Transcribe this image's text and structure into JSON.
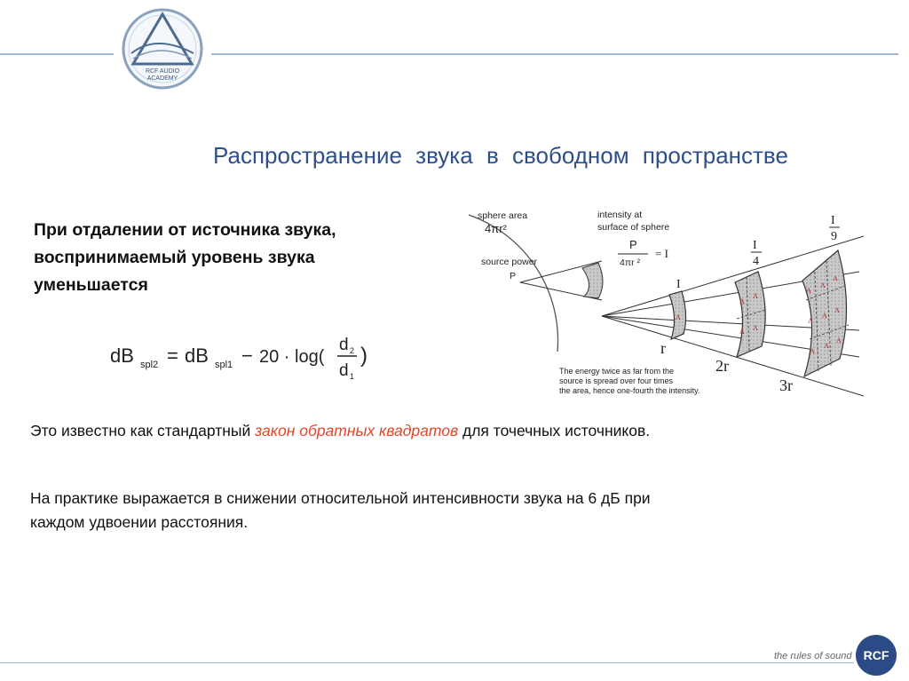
{
  "header": {
    "logo_text_line1": "RCF AUDIO",
    "logo_text_line2": "ACADEMY"
  },
  "slide": {
    "title": "Распространение  звука  в  свободном  пространстве",
    "lead": "При отдалении от источника звука, воспринимаемый уровень звука уменьшается",
    "formula": {
      "lhs": "dB",
      "lhs_sub": "spl2",
      "eq": "=",
      "rhs1": "dB",
      "rhs1_sub": "spl1",
      "minus": "−",
      "coef": "20 · log(",
      "num": "d",
      "num_sub": "2",
      "den": "d",
      "den_sub": "1",
      "close": ")"
    },
    "paragraph1": {
      "before": "Это известно как стандартный ",
      "highlight": "закон обратных квадратов",
      "after": " для точечных источников."
    },
    "paragraph2": "На практике выражается в снижении относительной интенсивности звука на 6 дБ при каждом удвоении расстояния."
  },
  "diagram": {
    "sphere_area_label": "sphere area",
    "sphere_area_formula": "4πr²",
    "source_power_label": "source power",
    "source_point": "P",
    "intensity_label_1": "intensity at",
    "intensity_label_2": "surface of sphere",
    "intensity_num": "P",
    "intensity_den": "4πr ²",
    "intensity_eq": "= I",
    "i1": "I",
    "i2_num": "I",
    "i2_den": "4",
    "i3_num": "I",
    "i3_den": "9",
    "r1": "r",
    "r2": "2r",
    "r3": "3r",
    "patch_letter": "A",
    "caption_1": "The energy twice as far from the",
    "caption_2": "source is spread over four times",
    "caption_3": "the area, hence one-fourth the intensity."
  },
  "footer": {
    "tagline": "the rules of sound",
    "brand": "RCF"
  },
  "colors": {
    "title": "#2e4f8a",
    "highlight": "#e2452a",
    "header_line": "#9fb6cc",
    "brand": "#2b4a86"
  }
}
